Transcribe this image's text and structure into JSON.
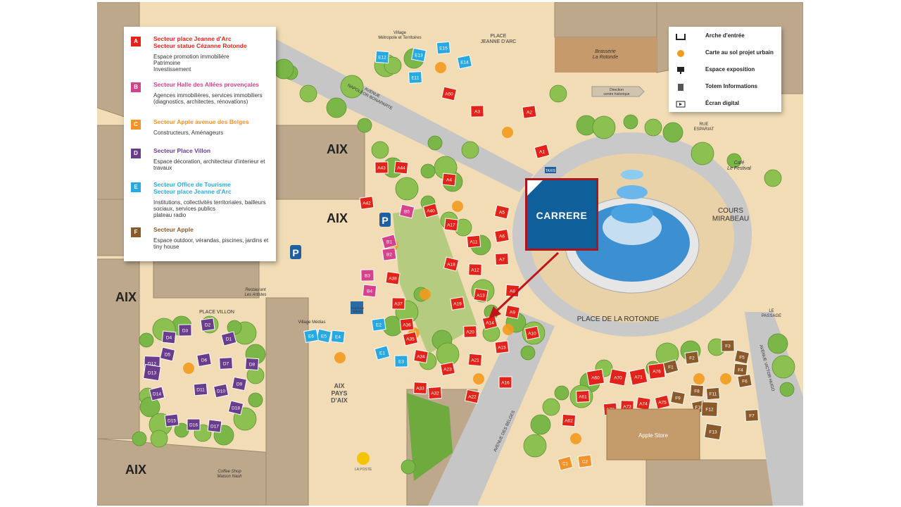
{
  "legend": {
    "sections": [
      {
        "letter": "A",
        "color": "#e2231a",
        "title_color": "#e2231a",
        "title": "Secteur place Jeanne d'Arc\nSecteur statue Cézanne Rotonde",
        "desc": [
          "Espace promotion immobilière",
          "Patrimoine",
          "Investissement"
        ]
      },
      {
        "letter": "B",
        "color": "#d6418b",
        "title_color": "#d6418b",
        "title": "Secteur Halle des Allées provençales",
        "desc": [
          "Agences immobilières, services immobiliers (diagnostics, architectes, rénovations)"
        ]
      },
      {
        "letter": "C",
        "color": "#f3922b",
        "title_color": "#f3922b",
        "title": "Secteur Apple avenue des Belges",
        "desc": [
          "Constructeurs, Aménageurs"
        ]
      },
      {
        "letter": "D",
        "color": "#6a3d8c",
        "title_color": "#6a3d8c",
        "title": "Secteur Place Villon",
        "desc": [
          "Espace décoration, architecteur d'interieur et travaux"
        ]
      },
      {
        "letter": "E",
        "color": "#29a9df",
        "title_color": "#29a9df",
        "title": "Secteur Office de Tourisme\nSecteur place Jeanne d'Arc",
        "desc": [
          "Institutions, collectivités territoriales, bailleurs sociaux, services publics",
          "plateau radio"
        ]
      },
      {
        "letter": "F",
        "color": "#8a5a2b",
        "title_color": "#8a5a2b",
        "title": "Secteur Apple",
        "desc": [
          "Espace outdoor, vérandas, piscines, jardins et tiny house"
        ]
      }
    ]
  },
  "key": {
    "items": [
      {
        "icon": "entrance-arch-icon",
        "label": "Arche d'entrée"
      },
      {
        "icon": "urban-project-map-icon",
        "label": "Carte au sol projet urbain"
      },
      {
        "icon": "exhibition-space-icon",
        "label": "Espace exposition"
      },
      {
        "icon": "info-totem-icon",
        "label": "Totem Informations"
      },
      {
        "icon": "digital-screen-icon",
        "label": "Écran digital"
      }
    ]
  },
  "places": {
    "cours_mirabeau": "COURS\nMIRABEAU",
    "place_rotonde": "PLACE DE LA ROTONDE",
    "place_villon": "PLACE VILLON",
    "place_jeanne": "PLACE\nJEANNE D'ARC",
    "village_metropole": "Village\nMétropole et Territoires",
    "village_medias": "Village Médias",
    "brasserie": "Brasserie\nLa Rotonde",
    "cafe": "Café\nLe Festival",
    "restaurant": "Restaurant\nLes Artistes",
    "coffee": "Coffee Shop\nMaison Nash",
    "rue_espariat": "RUE\nESPARIAT",
    "le_passage": "LE\nPASSAGE",
    "avenue_napoleon": "AVENUE\nNAPOLÉON BONAPARTE",
    "avenue_belges": "AVENUE DES BELGES",
    "avenue_hugo": "AVENUE VICTOR HUGO",
    "direction": "Direction\ncentre historique",
    "apple_store": "Apple Store",
    "taxis": "TAXIS",
    "la_poste": "LA POSTE",
    "aix_pays": "AIX\nPAYS\nD'AIX",
    "aix_logo": "AIX",
    "plateau_radio": "PLATEAU\nRADIO",
    "parking": "P"
  },
  "callout": {
    "label": "CARRERE"
  },
  "booths": {
    "A": [
      "A1",
      "A2",
      "A3",
      "A4",
      "A5",
      "A6",
      "A7",
      "A8",
      "A9",
      "A10",
      "A11",
      "A12",
      "A13",
      "A14",
      "A15",
      "A16",
      "A17",
      "A18",
      "A19",
      "A20",
      "A21",
      "A22",
      "A23",
      "A32",
      "A33",
      "A34",
      "A35",
      "A36",
      "A37",
      "A38",
      "A40",
      "A42",
      "A43",
      "A44",
      "A50",
      "A60",
      "A61",
      "A62",
      "A70",
      "A71",
      "A72",
      "A73",
      "A74",
      "A75",
      "A76"
    ],
    "B": [
      "B1",
      "B2",
      "B3",
      "B4",
      "B5"
    ],
    "C": [
      "C1",
      "C2"
    ],
    "D": [
      "D1",
      "D2",
      "D3",
      "D4",
      "D5",
      "D6",
      "D7",
      "D8",
      "D9",
      "D10",
      "D11",
      "D12",
      "D13",
      "D14",
      "D15",
      "D16",
      "D17",
      "D18"
    ],
    "E": [
      "E1",
      "E2",
      "E3",
      "E4",
      "E5",
      "E6",
      "E11",
      "E12",
      "E13",
      "E14",
      "E15"
    ],
    "F": [
      "F1",
      "F2",
      "F3",
      "F4",
      "F5",
      "F6",
      "F7",
      "F8",
      "F9",
      "F10",
      "F11",
      "F12",
      "F13"
    ]
  }
}
